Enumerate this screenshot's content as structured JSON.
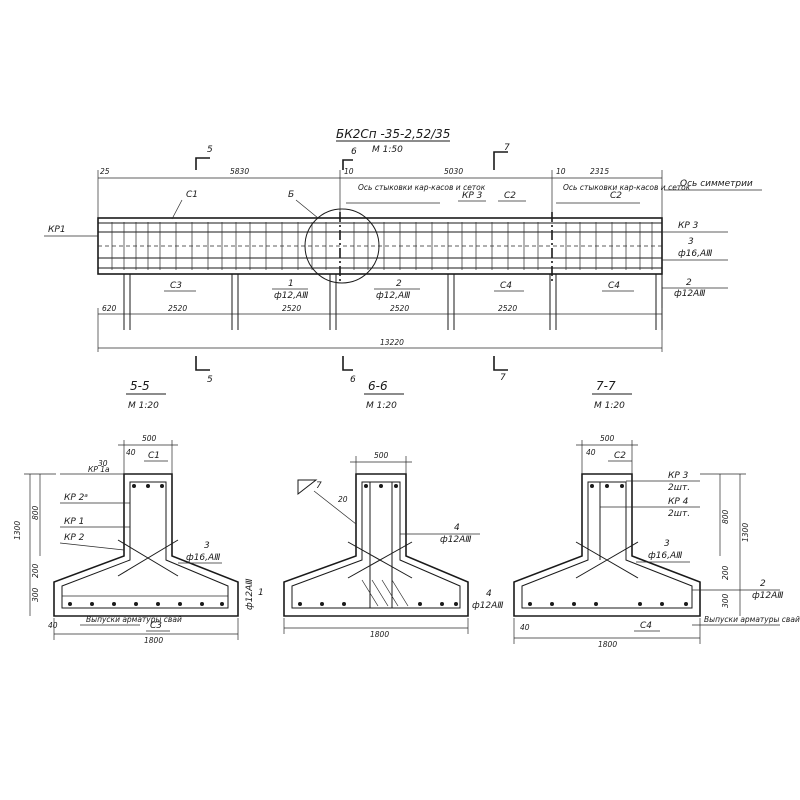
{
  "elevation": {
    "title": "БК2Сп -35-2,52/35",
    "scale": "М 1:50",
    "dims_top": {
      "d25": "25",
      "d5830": "5830",
      "d10a": "10",
      "d5030": "5030",
      "d10b": "10",
      "d2315": "2315"
    },
    "section_marks": {
      "s5": "5",
      "s6": "6",
      "s7": "7"
    },
    "notes": {
      "joint_left": "Ось стыковки кар-касов и сеток",
      "joint_right": "Ось стыковки кар-касов и сеток",
      "symmetry": "Ось симметрии"
    },
    "callouts": {
      "c1": "С1",
      "b": "Б",
      "kp3_top": "КР 3",
      "c2_top": "С2",
      "c2_right": "С2",
      "kp1": "КР1",
      "kp3_right": "КР 3",
      "pos3": "3",
      "pos3_bar": "ф16,АⅢ",
      "c3": "С3",
      "pos1": "1",
      "pos1_bar": "ф12,АⅢ",
      "pos2": "2",
      "pos2_bar": "ф12,АⅢ",
      "c4a": "С4",
      "c4b": "С4",
      "pos2r": "2",
      "pos2r_bar": "ф12АⅢ"
    },
    "dims_bottom": {
      "d620": "620",
      "d2520a": "2520",
      "d2520b": "2520",
      "d2520c": "2520",
      "d2520d": "2520",
      "total": "13220"
    }
  },
  "sections": {
    "s55": {
      "title": "5-5",
      "scale": "М 1:20",
      "width_top": "500",
      "d40": "40",
      "c1": "С1",
      "kp1a": "КР 1а",
      "kp2a": "КР 2ᵃ",
      "kp1": "КР 1",
      "kp2": "КР 2",
      "pos3": "3",
      "pos3_bar": "ф16,АⅢ",
      "pos1": "1",
      "pos1_bar": "ф12АⅢ",
      "release": "Выпуски арматуры свай",
      "c3": "С3",
      "d1300": "1300",
      "d800": "800",
      "d200": "200",
      "d300": "300",
      "d40b": "40",
      "d1800": "1800",
      "d30": "30"
    },
    "s66": {
      "title": "6-6",
      "scale": "М 1:20",
      "width_top": "500",
      "weld": "7",
      "d20": "20",
      "pos4a": "4",
      "pos4a_bar": "ф12АⅢ",
      "pos4b": "4",
      "pos4b_bar": "ф12АⅢ",
      "d1800": "1800"
    },
    "s77": {
      "title": "7-7",
      "scale": "М 1:20",
      "width_top": "500",
      "d40": "40",
      "c2": "С2",
      "kp3": "КР 3",
      "kp3_qty": "2шт.",
      "kp4": "КР 4",
      "kp4_qty": "2шт.",
      "pos3": "3",
      "pos3_bar": "ф16,АⅢ",
      "pos2": "2",
      "pos2_bar": "ф12АⅢ",
      "release": "Выпуски арматуры свай",
      "c4": "С4",
      "d1300": "1300",
      "d800": "800",
      "d200": "200",
      "d300": "300",
      "d40b": "40",
      "d1800": "1800"
    }
  }
}
